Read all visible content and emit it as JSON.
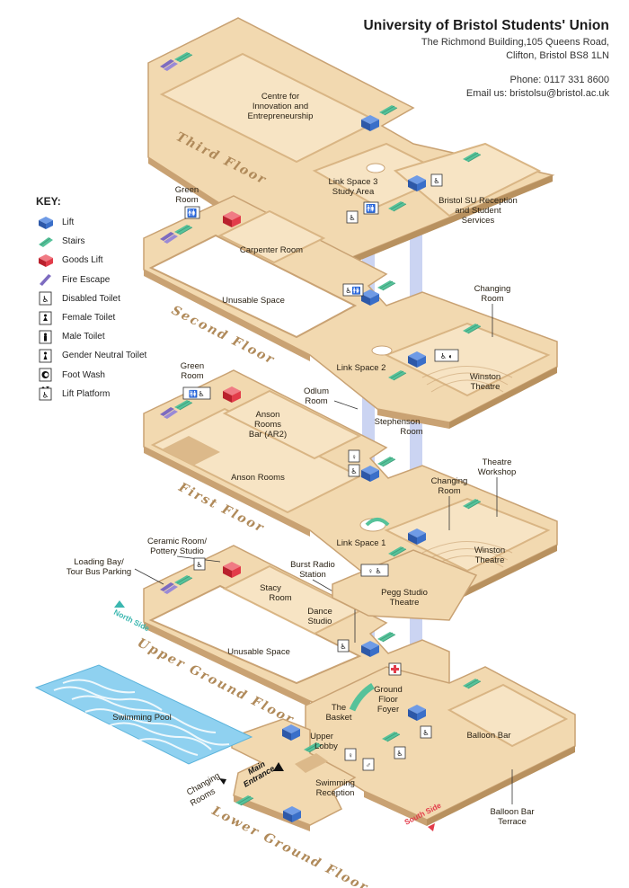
{
  "header": {
    "title": "University of Bristol Students' Union",
    "address_line1": "The Richmond Building,105 Queens Road,",
    "address_line2": "Clifton, Bristol BS8 1LN",
    "phone": "Phone: 0117 331 8600",
    "email": "Email us: bristolsu@bristol.ac.uk"
  },
  "key": {
    "title": "KEY:",
    "items": [
      {
        "label": "Lift",
        "icon": "lift-icon",
        "color": "#3a6fc9"
      },
      {
        "label": "Stairs",
        "icon": "stairs-icon",
        "color": "#56c29a"
      },
      {
        "label": "Goods Lift",
        "icon": "goods-lift-icon",
        "color": "#e23c4a"
      },
      {
        "label": "Fire Escape",
        "icon": "fire-escape-icon",
        "color": "#7d6bc0"
      },
      {
        "label": "Disabled Toilet",
        "icon": "disabled-toilet-icon"
      },
      {
        "label": "Female Toilet",
        "icon": "female-toilet-icon"
      },
      {
        "label": "Male Toilet",
        "icon": "male-toilet-icon"
      },
      {
        "label": "Gender Neutral Toilet",
        "icon": "gender-neutral-toilet-icon"
      },
      {
        "label": "Foot Wash",
        "icon": "foot-wash-icon"
      },
      {
        "label": "Lift Platform",
        "icon": "lift-platform-icon"
      }
    ]
  },
  "floors": {
    "third": "Third Floor",
    "second": "Second Floor",
    "first": "First Floor",
    "upper_ground": "Upper Ground Floor",
    "lower_ground": "Lower Ground Floor"
  },
  "rooms": {
    "cie1": "Centre for",
    "cie2": "Innovation and",
    "cie3": "Entrepreneurship",
    "ls3a": "Link Space 3",
    "ls3b": "Study Area",
    "rec1": "Bristol SU Reception",
    "rec2": "and Student",
    "rec3": "Services",
    "green1a": "Green",
    "green1b": "Room",
    "carpenter": "Carpenter Room",
    "unusable2": "Unusable Space",
    "changing2a": "Changing",
    "changing2b": "Room",
    "ls2": "Link Space 2",
    "odlum1": "Odlum",
    "odlum2": "Room",
    "winston2a": "Winston",
    "winston2b": "Theatre",
    "stephenson1": "Stephenson",
    "stephenson2": "Room",
    "green2a": "Green",
    "green2b": "Room",
    "anson_bar1": "Anson",
    "anson_bar2": "Rooms",
    "anson_bar3": "Bar (AR2)",
    "anson_rooms": "Anson Rooms",
    "theatre_ws1": "Theatre",
    "theatre_ws2": "Workshop",
    "changing1a": "Changing",
    "changing1b": "Room",
    "ls1": "Link Space 1",
    "winston1a": "Winston",
    "winston1b": "Theatre",
    "ceramic1": "Ceramic Room/",
    "ceramic2": "Pottery Studio",
    "loading1": "Loading Bay/",
    "loading2": "Tour Bus Parking",
    "burst1": "Burst Radio",
    "burst2": "Station",
    "stacy1": "Stacy",
    "stacy2": "Room",
    "dance1": "Dance",
    "dance2": "Studio",
    "pegg1": "Pegg Studio",
    "pegg2": "Theatre",
    "unusable_ug": "Unusable Space",
    "north": "North Side",
    "pool": "Swimming Pool",
    "basket1": "The",
    "basket2": "Basket",
    "gff1": "Ground",
    "gff2": "Floor",
    "gff3": "Foyer",
    "balloon": "Balloon Bar",
    "upper_lobby1": "Upper",
    "upper_lobby2": "Lobby",
    "main_ent1": "Main",
    "main_ent2": "Entrance",
    "changing_rooms1": "Changing",
    "changing_rooms2": "Rooms",
    "swim_rec1": "Swimming",
    "swim_rec2": "Reception",
    "balloon_terrace1": "Balloon Bar",
    "balloon_terrace2": "Terrace",
    "south": "South Side"
  },
  "colors": {
    "floor_fill": "#f2d9b0",
    "floor_edge": "#c9a273",
    "wall": "#d9b584",
    "lift": "#3a6fc9",
    "stairs": "#56c29a",
    "goods_lift": "#e23c4a",
    "fire_escape": "#7d6bc0",
    "pool": "#8fd1f0",
    "lift_shaft": "#b9c6ea"
  }
}
